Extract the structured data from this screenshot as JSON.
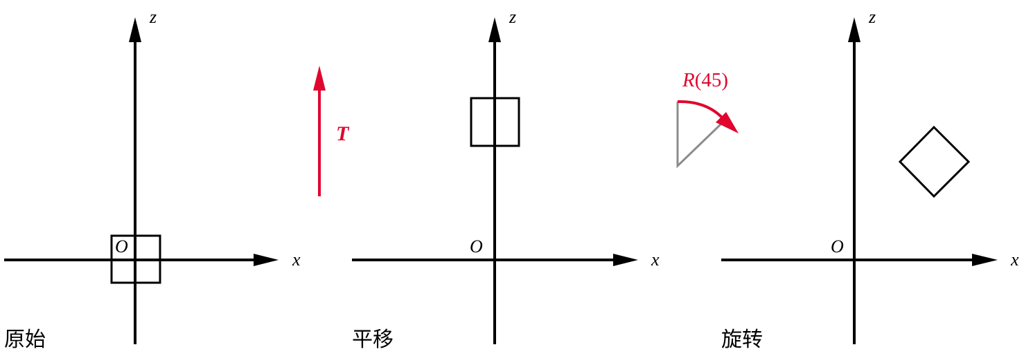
{
  "colors": {
    "axis": "#000000",
    "accent": "#e0062f",
    "guide": "#8c8c8c"
  },
  "panels": [
    {
      "id": "original",
      "caption": "原始",
      "axis_x_label": "x",
      "axis_z_label": "z",
      "origin_label": "O",
      "shape": "square centered at origin"
    },
    {
      "id": "translate",
      "caption": "平移",
      "axis_x_label": "x",
      "axis_z_label": "z",
      "origin_label": "O",
      "shape": "square translated up along z"
    },
    {
      "id": "rotate",
      "caption": "旋转",
      "axis_x_label": "x",
      "axis_z_label": "z",
      "origin_label": "O",
      "shape": "square rotated 45°"
    }
  ],
  "operators": {
    "translation": {
      "label": "T",
      "icon": "up-arrow-icon"
    },
    "rotation": {
      "label_prefix": "R",
      "label_args": "(45)",
      "icon": "rotation-arc-icon"
    }
  }
}
